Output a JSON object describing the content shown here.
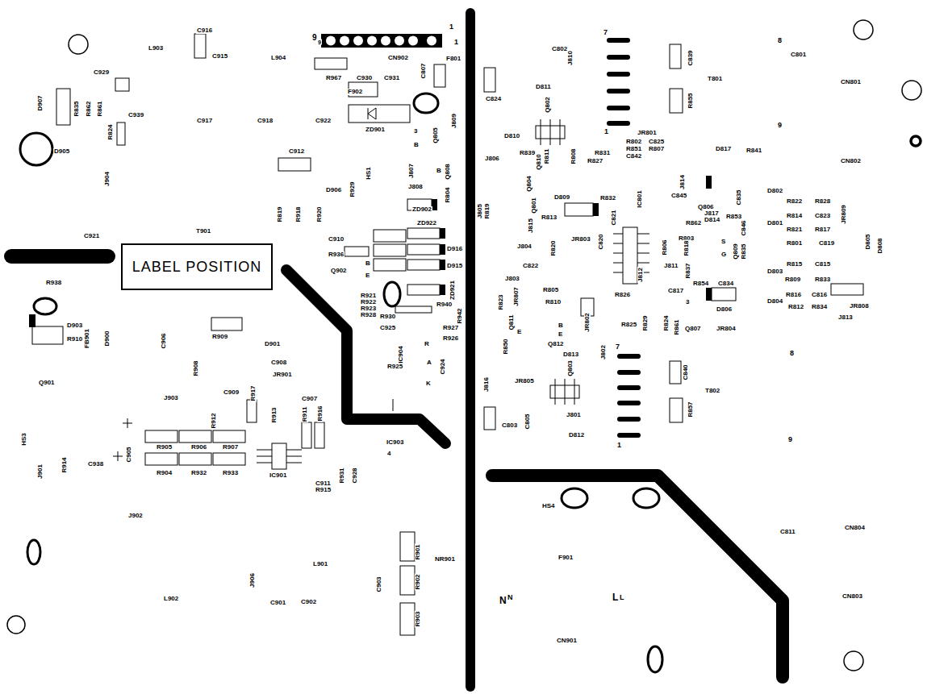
{
  "diagram": {
    "nodes": [
      {
        "text": [
          "LABEL POSITION"
        ]
      }
    ],
    "labels": [
      "L903",
      "C916",
      "C915",
      "L904",
      "9",
      "9",
      "1",
      "1",
      "CN902",
      "F801",
      "R967",
      "C930",
      "C931",
      "C807",
      "F902",
      "ZD901",
      "J809",
      "3",
      "B",
      "Q805",
      "C929",
      "D907",
      "R835",
      "R862",
      "R861",
      "C939",
      "R824",
      "C917",
      "C918",
      "C922",
      "D905",
      "J904",
      "C912",
      "HS1",
      "D906",
      "R929",
      "J807",
      "J808",
      "B",
      "Q808",
      "R804",
      "R819",
      "R918",
      "R920",
      "ZD902",
      "ZD922",
      "C921",
      "T901",
      "C910",
      "D916",
      "R936",
      "D915",
      "Q902",
      "B",
      "E",
      "ZD921",
      "R921",
      "R922",
      "R923",
      "R928",
      "R940",
      "R942",
      "R930",
      "C925",
      "R927",
      "R926",
      "R938",
      "D903",
      "FB901",
      "R910",
      "D900",
      "C906",
      "R909",
      "D901",
      "IC904",
      "R",
      "A",
      "K",
      "C924",
      "R908",
      "C908",
      "JR901",
      "Q901",
      "R925",
      "J903",
      "C909",
      "R917",
      "R913",
      "C907",
      "R911",
      "R916",
      "R912",
      "HS3",
      "R905",
      "R906",
      "R907",
      "C905",
      "R904",
      "R932",
      "R933",
      "J901",
      "R914",
      "C938",
      "IC901",
      "C911",
      "R915",
      "R931",
      "C928",
      "IC903",
      "4",
      "J902",
      "R901",
      "NR901",
      "R902",
      "R903",
      "C903",
      "L901",
      "J906",
      "L902",
      "C901",
      "C902",
      "7",
      "C802",
      "J810",
      "C839",
      "8",
      "C801",
      "CN801",
      "T801",
      "C824",
      "D811",
      "Q802",
      "R855",
      "1",
      "9",
      "D810",
      "JR801",
      "R802",
      "C825",
      "R851",
      "R807",
      "C842",
      "R839",
      "R831",
      "R827",
      "R811",
      "R808",
      "J806",
      "Q810",
      "Q804",
      "D809",
      "R832",
      "C821",
      "J814",
      "D817",
      "R841",
      "CN802",
      "C845",
      "C835",
      "D802",
      "R819",
      "J805",
      "Q801",
      "J815",
      "R813",
      "JR803",
      "R820",
      "C820",
      "IC801",
      "R862",
      "R803",
      "R806",
      "R818",
      "Q806",
      "J817",
      "D814",
      "R853",
      "C846",
      "J811",
      "S",
      "G",
      "Q809",
      "R835",
      "D801",
      "R822",
      "R828",
      "R814",
      "C823",
      "R821",
      "R817",
      "R801",
      "C819",
      "JR809",
      "D805",
      "D808",
      "J804",
      "C822",
      "J803",
      "JR807",
      "R805",
      "R823",
      "R810",
      "D803",
      "R815",
      "C815",
      "R837",
      "R854",
      "C834",
      "R809",
      "R833",
      "J812",
      "C817",
      "R826",
      "R825",
      "R829",
      "R824",
      "R861",
      "D806",
      "JR804",
      "Q807",
      "3",
      "D804",
      "R816",
      "C816",
      "R812",
      "R834",
      "JR808",
      "J813",
      "Q811",
      "E",
      "JR802",
      "B",
      "E",
      "Q812",
      "R850",
      "8",
      "7",
      "J802",
      "C840",
      "D813",
      "Q803",
      "JR805",
      "J816",
      "T802",
      "J801",
      "C803",
      "C805",
      "D812",
      "9",
      "1",
      "R857",
      "HS4",
      "C811",
      "CN804",
      "F901",
      "CN803",
      "N",
      "N",
      "L",
      "L",
      "CN901"
    ]
  }
}
